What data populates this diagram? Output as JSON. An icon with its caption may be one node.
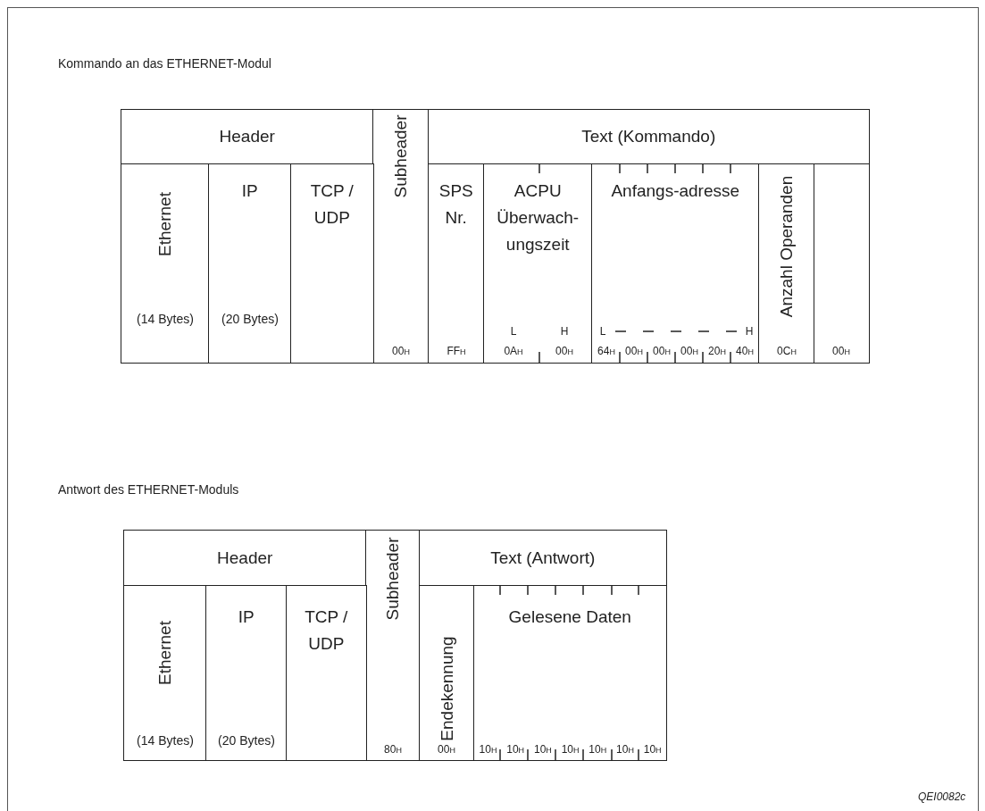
{
  "diagram": {
    "nodes": [
      {
        "text": [
          "Header"
        ]
      },
      {
        "text": [
          "Subheader",
          "00$_{H}$"
        ]
      },
      {
        "text": [
          "Text (Kommando)"
        ]
      },
      {
        "text": [
          "Ethernet",
          "(14 Bytes)"
        ]
      },
      {
        "text": [
          "IP",
          "(20 Bytes)"
        ]
      },
      {
        "text": [
          "TCP / UDP"
        ]
      },
      {
        "text": [
          "SPS Nr.",
          "FF$_{H}$"
        ]
      },
      {
        "text": [
          "ACPU Überwach-ungszeit",
          "L",
          "H",
          "0A$_{H}$",
          "00$_{H}$"
        ]
      },
      {
        "text": [
          "Anfangs-adresse",
          "L",
          "H",
          "64$_{H}$",
          "00$_{H}$",
          "00$_{H}$",
          "00$_{H}$",
          "20$_{H}$",
          "40$_{H}$"
        ]
      },
      {
        "text": [
          "Anzahl Operanden",
          "0C$_{H}$"
        ]
      },
      {
        "text": [
          "00$_{H}$"
        ]
      },
      {
        "text": [
          "Header"
        ]
      },
      {
        "text": [
          "Subheader",
          "80$_{H}$"
        ]
      },
      {
        "text": [
          "Text (Antwort)"
        ]
      },
      {
        "text": [
          "Ethernet",
          "(14 Bytes)"
        ]
      },
      {
        "text": [
          "IP",
          "(20 Bytes)"
        ]
      },
      {
        "text": [
          "TCP / UDP"
        ]
      },
      {
        "text": [
          "Endekennung",
          "00$_{H}$"
        ]
      },
      {
        "text": [
          "Gelesene Daten",
          "10$_{H}$",
          "10$_{H}$",
          "10$_{H}$",
          "10$_{H}$",
          "10$_{H}$",
          "10$_{H}$",
          "10$_{H}$"
        ]
      }
    ],
    "labels": [
      "Kommando an das ETHERNET-Modul",
      "Antwort des ETHERNET-Moduls",
      "QEI0082c"
    ]
  }
}
